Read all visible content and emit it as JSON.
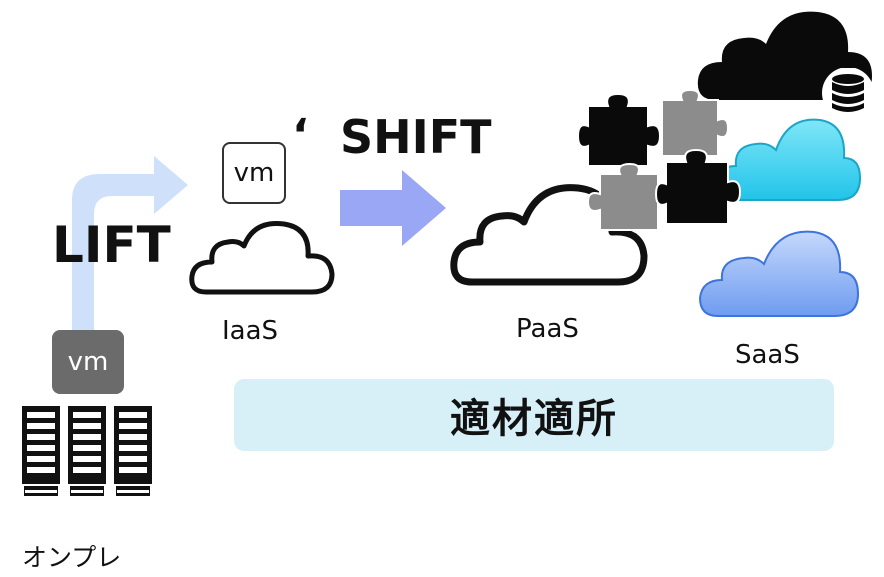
{
  "labels": {
    "lift": "LIFT",
    "shift": "SHIFT",
    "iaas": "IaaS",
    "paas": "PaaS",
    "saas": "SaaS",
    "onpre": "オンプレ",
    "vm_onpre": "vm",
    "vm_iaas": "vm",
    "banner": "適材適所"
  },
  "colors": {
    "lift_arrow": "#cfe0fb",
    "shift_arrow": "#9aa7f5",
    "vm_gray": "#6b6b6b",
    "saas_cyan": "#33d1f0",
    "saas_blue": "#8fb4f3",
    "banner_bg": "#d7f0f7",
    "puzzle_black": "#0a0a0a",
    "puzzle_gray": "#8c8c8c"
  },
  "icons": [
    "server-rack-icon",
    "vm-icon",
    "cloud-outline-icon",
    "arrow-right-icon",
    "puzzle-icon",
    "database-icon",
    "cloud-filled-icon"
  ]
}
